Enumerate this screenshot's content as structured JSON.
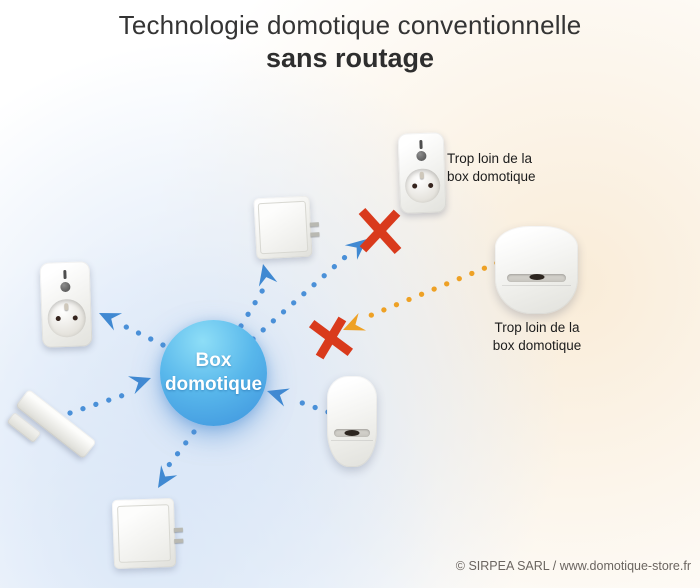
{
  "title": {
    "line1": "Technologie domotique conventionnelle",
    "line2": "sans routage"
  },
  "hub": {
    "label_line1": "Box",
    "label_line2": "domotique"
  },
  "warnings": {
    "top": {
      "line1": "Trop loin de la",
      "line2": "box domotique"
    },
    "right": {
      "line1": "Trop loin de la",
      "line2": "box domotique"
    }
  },
  "footer": {
    "copyright": "© SIRPEA SARL / www.domotique-store.fr"
  },
  "colors": {
    "link_blue": "#4a90d8",
    "link_orange": "#eea125",
    "blocked_red": "#d93a1c",
    "hub_gradient_top": "#8edef7",
    "hub_gradient_bottom": "#3d92dd",
    "bg_blue_tint": "#d9e6f7",
    "bg_peach_tint": "#f9ecd8"
  },
  "diagram": {
    "hub_id": "box-domotique",
    "devices": [
      {
        "id": "left-smart-plug",
        "type": "smart-plug",
        "link": "ok",
        "link_color": "#4a90d8"
      },
      {
        "id": "top-smart-plug",
        "type": "smart-plug",
        "link": "blocked",
        "link_color": "#4a90d8"
      },
      {
        "id": "upper-wall-switch",
        "type": "wall-switch",
        "link": "ok",
        "link_color": "#4a90d8"
      },
      {
        "id": "lower-wall-switch",
        "type": "wall-switch",
        "link": "ok",
        "link_color": "#4a90d8"
      },
      {
        "id": "right-motion-sensor",
        "type": "motion-sensor",
        "link": "blocked",
        "link_color": "#eea125"
      },
      {
        "id": "bottom-motion-sensor",
        "type": "motion-sensor",
        "link": "ok",
        "link_color": "#4a90d8"
      },
      {
        "id": "door-window-sensor",
        "type": "door-window-sensor",
        "link": "ok",
        "link_color": "#4a90d8"
      }
    ]
  }
}
